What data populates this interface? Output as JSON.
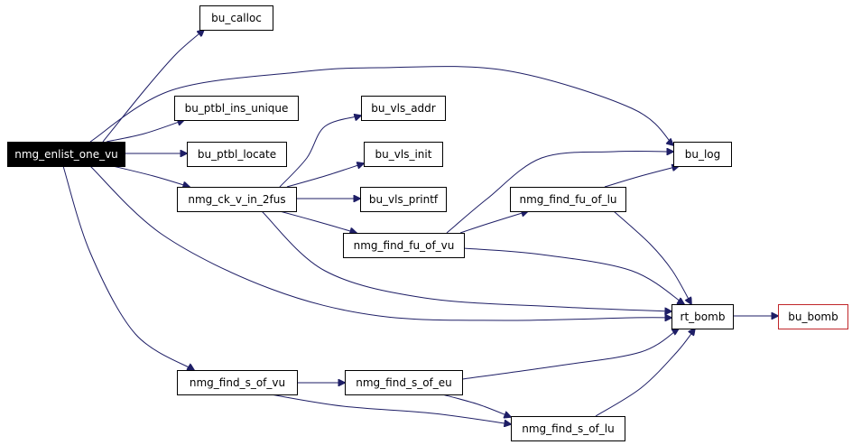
{
  "graph": {
    "colors": {
      "edge": "#1e1e66",
      "root_fill": "#000000",
      "root_text": "#ffffff",
      "node_fill": "#ffffff",
      "node_border": "#000000",
      "external_border": "#c0262a"
    },
    "nodes": [
      {
        "id": "nmg_enlist_one_vu",
        "label": "nmg_enlist_one_vu",
        "kind": "root"
      },
      {
        "id": "bu_calloc",
        "label": "bu_calloc"
      },
      {
        "id": "bu_ptbl_ins_unique",
        "label": "bu_ptbl_ins_unique"
      },
      {
        "id": "bu_ptbl_locate",
        "label": "bu_ptbl_locate"
      },
      {
        "id": "nmg_ck_v_in_2fus",
        "label": "nmg_ck_v_in_2fus"
      },
      {
        "id": "bu_vls_addr",
        "label": "bu_vls_addr"
      },
      {
        "id": "bu_vls_init",
        "label": "bu_vls_init"
      },
      {
        "id": "bu_vls_printf",
        "label": "bu_vls_printf"
      },
      {
        "id": "nmg_find_fu_of_vu",
        "label": "nmg_find_fu_of_vu"
      },
      {
        "id": "nmg_find_fu_of_lu",
        "label": "nmg_find_fu_of_lu"
      },
      {
        "id": "bu_log",
        "label": "bu_log"
      },
      {
        "id": "rt_bomb",
        "label": "rt_bomb"
      },
      {
        "id": "bu_bomb",
        "label": "bu_bomb",
        "kind": "external"
      },
      {
        "id": "nmg_find_s_of_vu",
        "label": "nmg_find_s_of_vu"
      },
      {
        "id": "nmg_find_s_of_eu",
        "label": "nmg_find_s_of_eu"
      },
      {
        "id": "nmg_find_s_of_lu",
        "label": "nmg_find_s_of_lu"
      }
    ],
    "edges": [
      [
        "nmg_enlist_one_vu",
        "bu_calloc"
      ],
      [
        "nmg_enlist_one_vu",
        "bu_log"
      ],
      [
        "nmg_enlist_one_vu",
        "bu_ptbl_ins_unique"
      ],
      [
        "nmg_enlist_one_vu",
        "bu_ptbl_locate"
      ],
      [
        "nmg_enlist_one_vu",
        "nmg_ck_v_in_2fus"
      ],
      [
        "nmg_enlist_one_vu",
        "rt_bomb"
      ],
      [
        "nmg_enlist_one_vu",
        "nmg_find_s_of_vu"
      ],
      [
        "nmg_ck_v_in_2fus",
        "bu_vls_addr"
      ],
      [
        "nmg_ck_v_in_2fus",
        "bu_vls_init"
      ],
      [
        "nmg_ck_v_in_2fus",
        "bu_vls_printf"
      ],
      [
        "nmg_ck_v_in_2fus",
        "nmg_find_fu_of_vu"
      ],
      [
        "nmg_ck_v_in_2fus",
        "rt_bomb"
      ],
      [
        "nmg_find_fu_of_vu",
        "bu_log"
      ],
      [
        "nmg_find_fu_of_vu",
        "nmg_find_fu_of_lu"
      ],
      [
        "nmg_find_fu_of_vu",
        "rt_bomb"
      ],
      [
        "nmg_find_fu_of_lu",
        "bu_log"
      ],
      [
        "nmg_find_fu_of_lu",
        "rt_bomb"
      ],
      [
        "rt_bomb",
        "bu_bomb"
      ],
      [
        "nmg_find_s_of_vu",
        "nmg_find_s_of_eu"
      ],
      [
        "nmg_find_s_of_vu",
        "nmg_find_s_of_lu"
      ],
      [
        "nmg_find_s_of_eu",
        "nmg_find_s_of_lu"
      ],
      [
        "nmg_find_s_of_eu",
        "rt_bomb"
      ],
      [
        "nmg_find_s_of_lu",
        "rt_bomb"
      ]
    ]
  }
}
